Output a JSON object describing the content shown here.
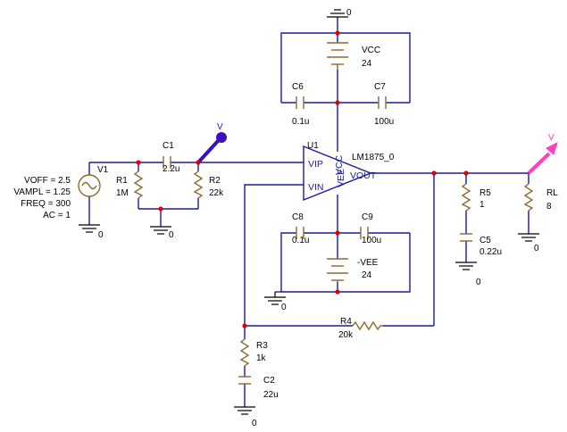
{
  "ground_label": "0",
  "vcc": {
    "name": "VCC",
    "value": "24"
  },
  "vee": {
    "name": "-VEE",
    "value": "24"
  },
  "caps": {
    "C1": {
      "name": "C1",
      "value": "2.2u"
    },
    "C2": {
      "name": "C2",
      "value": "22u"
    },
    "C5": {
      "name": "C5",
      "value": "0.22u"
    },
    "C6": {
      "name": "C6",
      "value": "0.1u"
    },
    "C7": {
      "name": "C7",
      "value": "100u"
    },
    "C8": {
      "name": "C8",
      "value": "0.1u"
    },
    "C9": {
      "name": "C9",
      "value": "100u"
    }
  },
  "resistors": {
    "R1": {
      "name": "R1",
      "value": "1M"
    },
    "R2": {
      "name": "R2",
      "value": "22k"
    },
    "R3": {
      "name": "R3",
      "value": "1k"
    },
    "R4": {
      "name": "R4",
      "value": "20k"
    },
    "R5": {
      "name": "R5",
      "value": "1"
    },
    "RL": {
      "name": "RL",
      "value": "8"
    }
  },
  "source": {
    "name": "V1",
    "params": [
      "VOFF = 2.5",
      "VAMPL = 1.25",
      "FREQ = 300",
      "AC = 1"
    ]
  },
  "opamp": {
    "ref": "U1",
    "part": "LM1875_0",
    "pin_vip": "VIP",
    "pin_vin": "VIN",
    "pin_vout": "VOUT",
    "pin_vcc": "VCC",
    "pin_vee": "VEE"
  },
  "probe_marker": "V",
  "colors": {
    "wire": "#1a1aa0",
    "part": "#8b6a2b",
    "node": "#e00000",
    "probe_in": "#3a10c0",
    "probe_out": "#ff40c0"
  }
}
